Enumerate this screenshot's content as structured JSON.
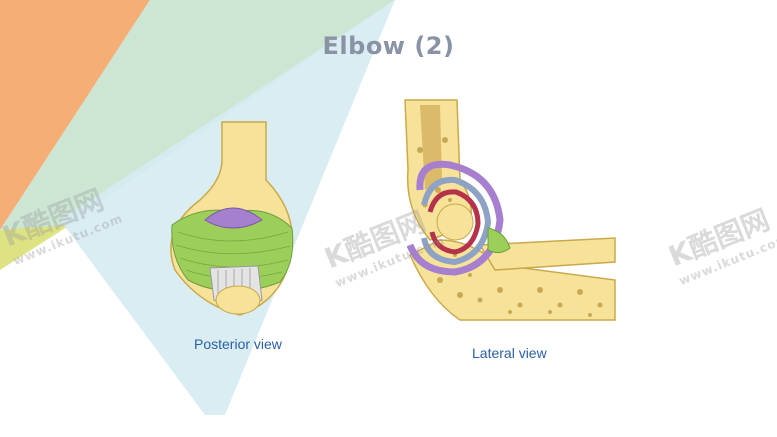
{
  "title": "Elbow (2)",
  "captions": {
    "posterior": "Posterior view",
    "lateral": "Lateral view"
  },
  "watermark": {
    "brand": "K酷图网",
    "url": "www.ikutu.com"
  },
  "colors": {
    "title": "#8a93a6",
    "caption": "#2a5fa8",
    "bone": "#f7e29a",
    "bone_edge": "#c9a94a",
    "ligament": "#9ccf5a",
    "capsule": "#a67fcf",
    "cartilage": "#b5324a",
    "synovial": "#8da2c4"
  },
  "icons": [
    "watermark-logo-icon"
  ]
}
